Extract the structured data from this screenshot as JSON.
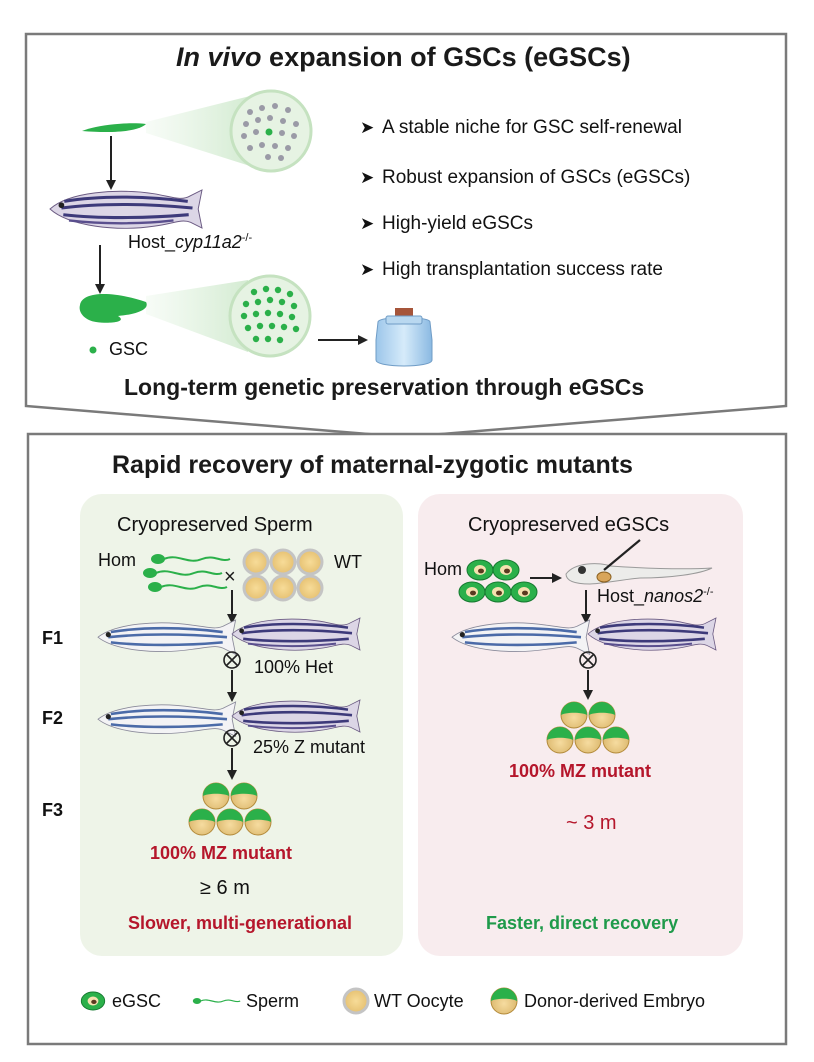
{
  "top": {
    "title_italic": "In vivo",
    "title_rest": "expansion of GSCs (eGSCs)",
    "bullets": [
      "A stable niche for GSC self-renewal",
      "Robust expansion of GSCs (eGSCs)",
      "High-yield eGSCs",
      "High transplantation success rate"
    ],
    "host_label": "Host_",
    "host_gene": "cyp11a2",
    "host_sup": "-/-",
    "gsc_legend": "GSC",
    "bottom_caption": "Long-term genetic preservation through eGSCs"
  },
  "bottom": {
    "title": "Rapid recovery of maternal-zygotic mutants",
    "left": {
      "heading": "Cryopreserved Sperm",
      "hom": "Hom",
      "wt": "WT",
      "cross": "×",
      "het": "100% Het",
      "z_mutant": "25% Z mutant",
      "mz": "100% MZ mutant",
      "time": "≥ 6 m",
      "summary": "Slower, multi-generational"
    },
    "right": {
      "heading": "Cryopreserved eGSCs",
      "hom": "Hom",
      "host_label": "Host_",
      "host_gene": "nanos2",
      "host_sup": "-/-",
      "mz": "100% MZ mutant",
      "time": "~ 3 m",
      "summary": "Faster, direct recovery"
    },
    "generations": [
      "F1",
      "F2",
      "F3"
    ]
  },
  "legend": {
    "egsc": "eGSC",
    "sperm": "Sperm",
    "oocyte": "WT Oocyte",
    "embryo": "Donor-derived Embryo"
  },
  "colors": {
    "gsc_green": "#2bb04a",
    "mz_red": "#b5162b",
    "faster_green": "#1f9a4a",
    "left_panel": "#eef4e8",
    "right_panel": "#f8ecee",
    "frame": "#7a7a7a"
  }
}
